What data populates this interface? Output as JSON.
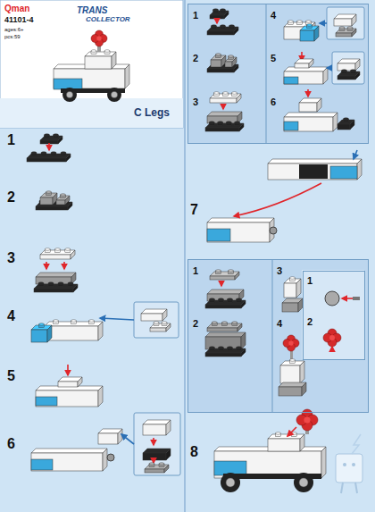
{
  "diagram": {
    "nodes": [
      {
        "text": [
          "1",
          "2",
          "3",
          "4",
          "5",
          "6"
        ]
      },
      {
        "text": [
          "1",
          "2",
          "3",
          "4"
        ]
      },
      {
        "text": [
          "1",
          "2"
        ],
        "in": 1
      }
    ],
    "labels": [
      "Qman",
      "41101-4",
      "ages:6+",
      "pcs:59",
      "TRANS",
      "COLLECTOR",
      "C Legs",
      "1",
      "2",
      "3",
      "4",
      "5",
      "6",
      "7",
      "8"
    ]
  }
}
